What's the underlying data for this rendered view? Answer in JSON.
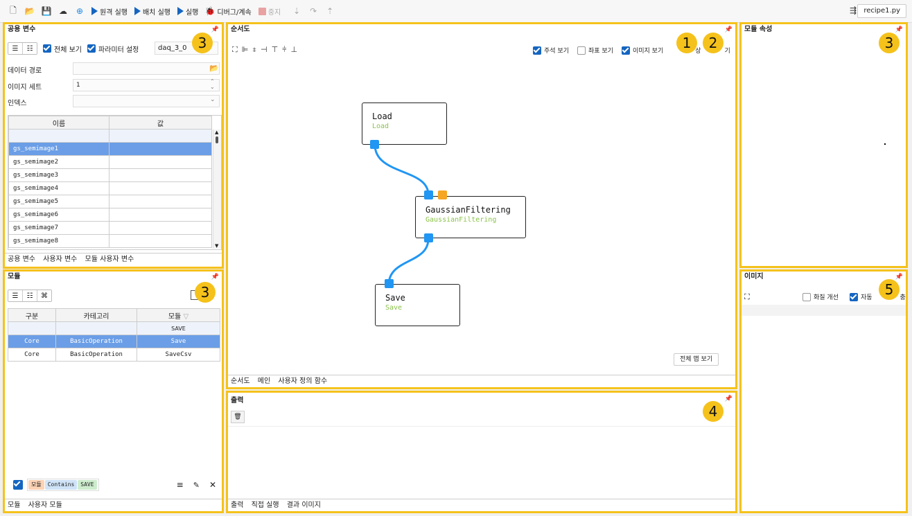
{
  "toolbar": {
    "items": [
      {
        "icon": "new-file-icon"
      },
      {
        "icon": "open-folder-icon"
      },
      {
        "icon": "save-icon"
      },
      {
        "icon": "cloud-icon"
      },
      {
        "icon": "add-recipe-icon"
      },
      {
        "icon": "play-icon",
        "label": "원격 실행"
      },
      {
        "icon": "play-icon",
        "label": "배치 실행"
      },
      {
        "icon": "play-icon",
        "label": "실행"
      },
      {
        "icon": "bug-icon",
        "label": "디버그/계속"
      },
      {
        "icon": "stop-icon",
        "label": "중지"
      }
    ],
    "recipe": "recipe1.py"
  },
  "global_vars": {
    "title": "공용 변수",
    "show_all": "전체 보기",
    "param_setting": "파라미터 설정",
    "daq_value": "daq_3_0",
    "data_path_label": "데이터 경로",
    "image_set_label": "이미지 세트",
    "image_set_value": "1",
    "index_label": "인덱스",
    "col_name": "이름",
    "col_value": "값",
    "rows": [
      "gs_semimage1",
      "gs_semimage2",
      "gs_semimage3",
      "gs_semimage4",
      "gs_semimage5",
      "gs_semimage6",
      "gs_semimage7",
      "gs_semimage8"
    ],
    "tabs": [
      "공용 변수",
      "사용자 변수",
      "모듈 사용자 변수"
    ],
    "badge": "3"
  },
  "modules": {
    "title": "모듈",
    "col_kind": "구분",
    "col_category": "카테고리",
    "col_module": "모듈",
    "filter_value": "SAVE",
    "rows": [
      {
        "kind": "Core",
        "category": "BasicOperation",
        "module": "Save"
      },
      {
        "kind": "Core",
        "category": "BasicOperation",
        "module": "SaveCsv"
      }
    ],
    "filter_chips": [
      "모듈",
      "Contains",
      "SAVE"
    ],
    "tabs": [
      "모듈",
      "사용자 모듈"
    ],
    "badge": "3"
  },
  "flow": {
    "title": "순서도",
    "show_comments": "주석 보기",
    "show_coords": "좌표 보기",
    "show_images": "이미지 보기",
    "show_trailing": "상",
    "show_trailing2": "기",
    "full_map": "전체 맵 보기",
    "nodes": [
      {
        "title": "Load",
        "sub": "Load"
      },
      {
        "title": "GaussianFiltering",
        "sub": "GaussianFiltering"
      },
      {
        "title": "Save",
        "sub": "Save"
      }
    ],
    "tabs": [
      "순서도",
      "메인",
      "사용자 정의 함수"
    ],
    "badge1": "1",
    "badge2": "2",
    "colors": {
      "input_port": "#2196f3",
      "output_port": "#f5a623",
      "edge": "#2196f3"
    }
  },
  "properties": {
    "title": "모듈 속성",
    "badge": "3"
  },
  "output": {
    "title": "출력",
    "tabs": [
      "출력",
      "직접 실행",
      "결과 이미지"
    ],
    "badge": "4"
  },
  "image": {
    "title": "이미지",
    "enhance": "화질 개선",
    "auto": "자동",
    "auto_tail": "충",
    "badge": "5"
  }
}
